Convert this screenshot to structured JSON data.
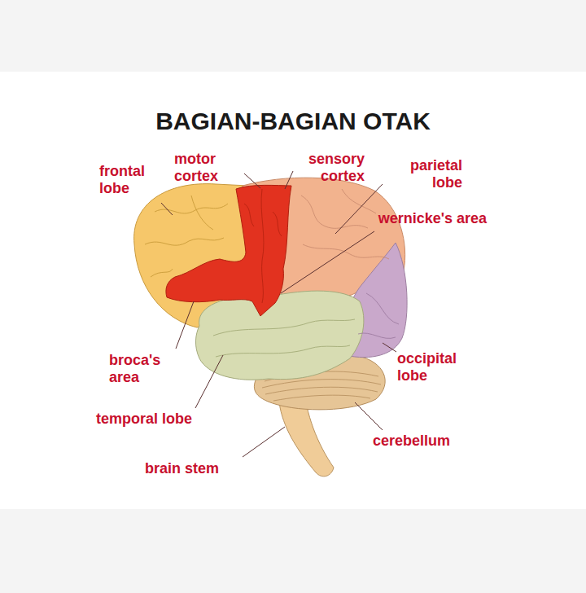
{
  "diagram": {
    "title": "BAGIAN-BAGIAN OTAK",
    "labels": [
      "frontal lobe",
      "motor cortex",
      "sensory cortex",
      "parietal lobe",
      "wernicke's area",
      "broca's area",
      "occipital lobe",
      "temporal lobe",
      "cerebellum",
      "brain stem"
    ]
  }
}
